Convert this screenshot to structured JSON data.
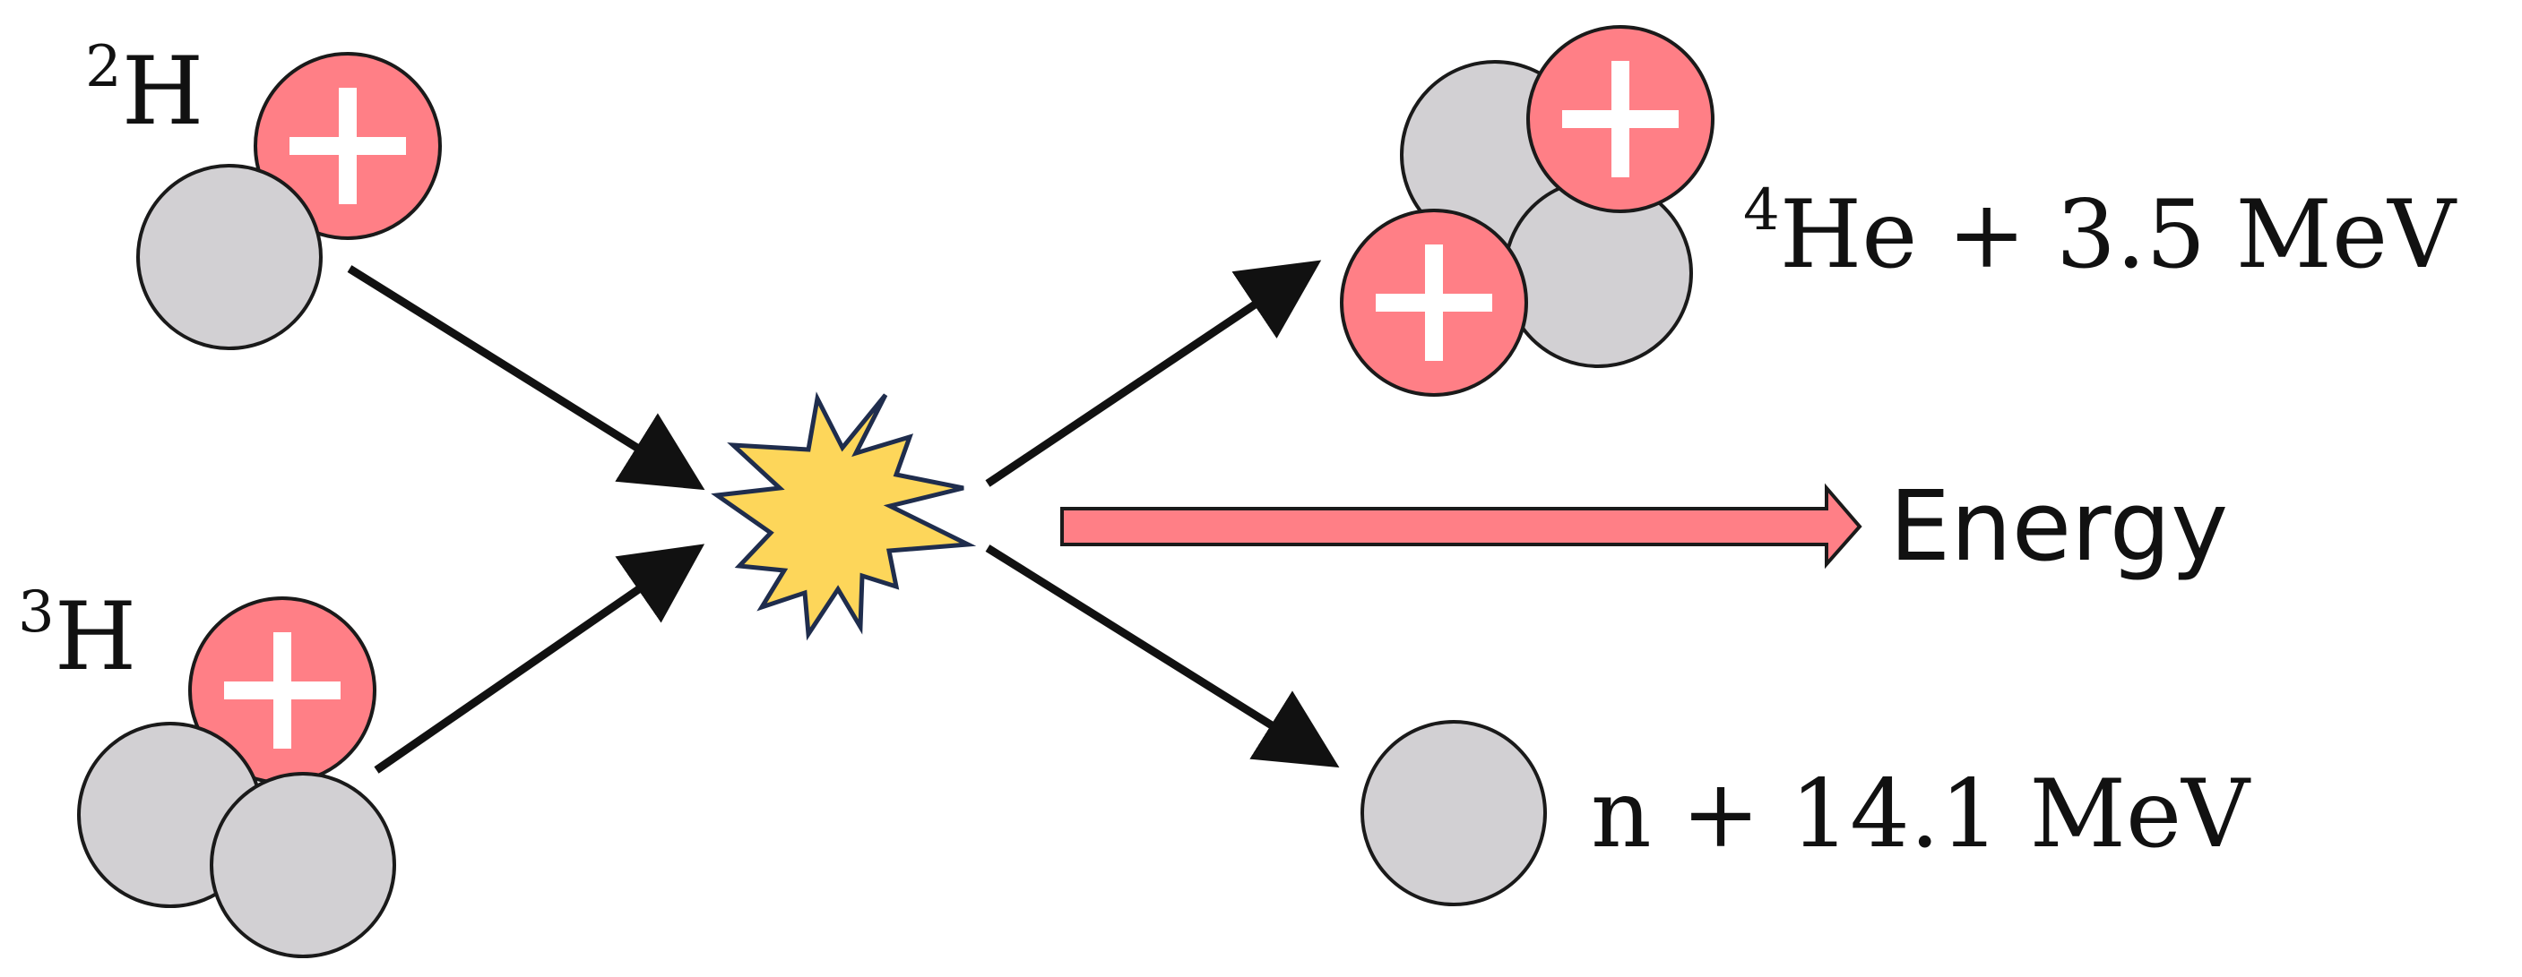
{
  "reactants": {
    "deuterium": {
      "mass_number": "2",
      "symbol": "H"
    },
    "tritium": {
      "mass_number": "3",
      "symbol": "H"
    }
  },
  "products": {
    "helium": {
      "mass_number": "4",
      "text": "He + 3.5 MeV"
    },
    "neutron": {
      "text": "n + 14.1 MeV"
    }
  },
  "energy": {
    "label": "Energy"
  },
  "colors": {
    "proton": "#ff7f86",
    "neutron": "#d2d0d3",
    "flash": "#fdd65a",
    "energy_arrow": "#ff7f86",
    "outline": "#1a1a1a"
  }
}
